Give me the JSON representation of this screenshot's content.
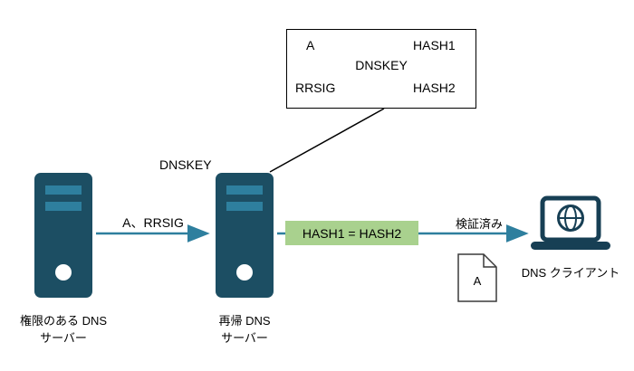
{
  "hash_box": {
    "input_a": "A",
    "hash1": "HASH1",
    "dnskey": "DNSKEY",
    "rrsig": "RRSIG",
    "hash2": "HASH2"
  },
  "flow": {
    "dnskey_label": "DNSKEY",
    "query_label": "A、RRSIG",
    "hash_compare": "HASH1 = HASH2",
    "verified": "検証済み",
    "record_letter": "A"
  },
  "nodes": {
    "authoritative_line1": "権限のある DNS",
    "authoritative_line2": "サーバー",
    "recursive_line1": "再帰 DNS",
    "recursive_line2": "サーバー",
    "client": "DNS クライアント"
  },
  "icons": {
    "authoritative_server": "server-icon",
    "recursive_server": "server-icon",
    "client": "laptop-globe-icon",
    "record": "document-icon"
  },
  "colors": {
    "server_fill": "#1c4e63",
    "server_slot": "#2e7f9e",
    "arrow": "#2e7f9e",
    "highlight_green": "#a9d18e",
    "laptop": "#173f54",
    "box_border": "#000000"
  }
}
